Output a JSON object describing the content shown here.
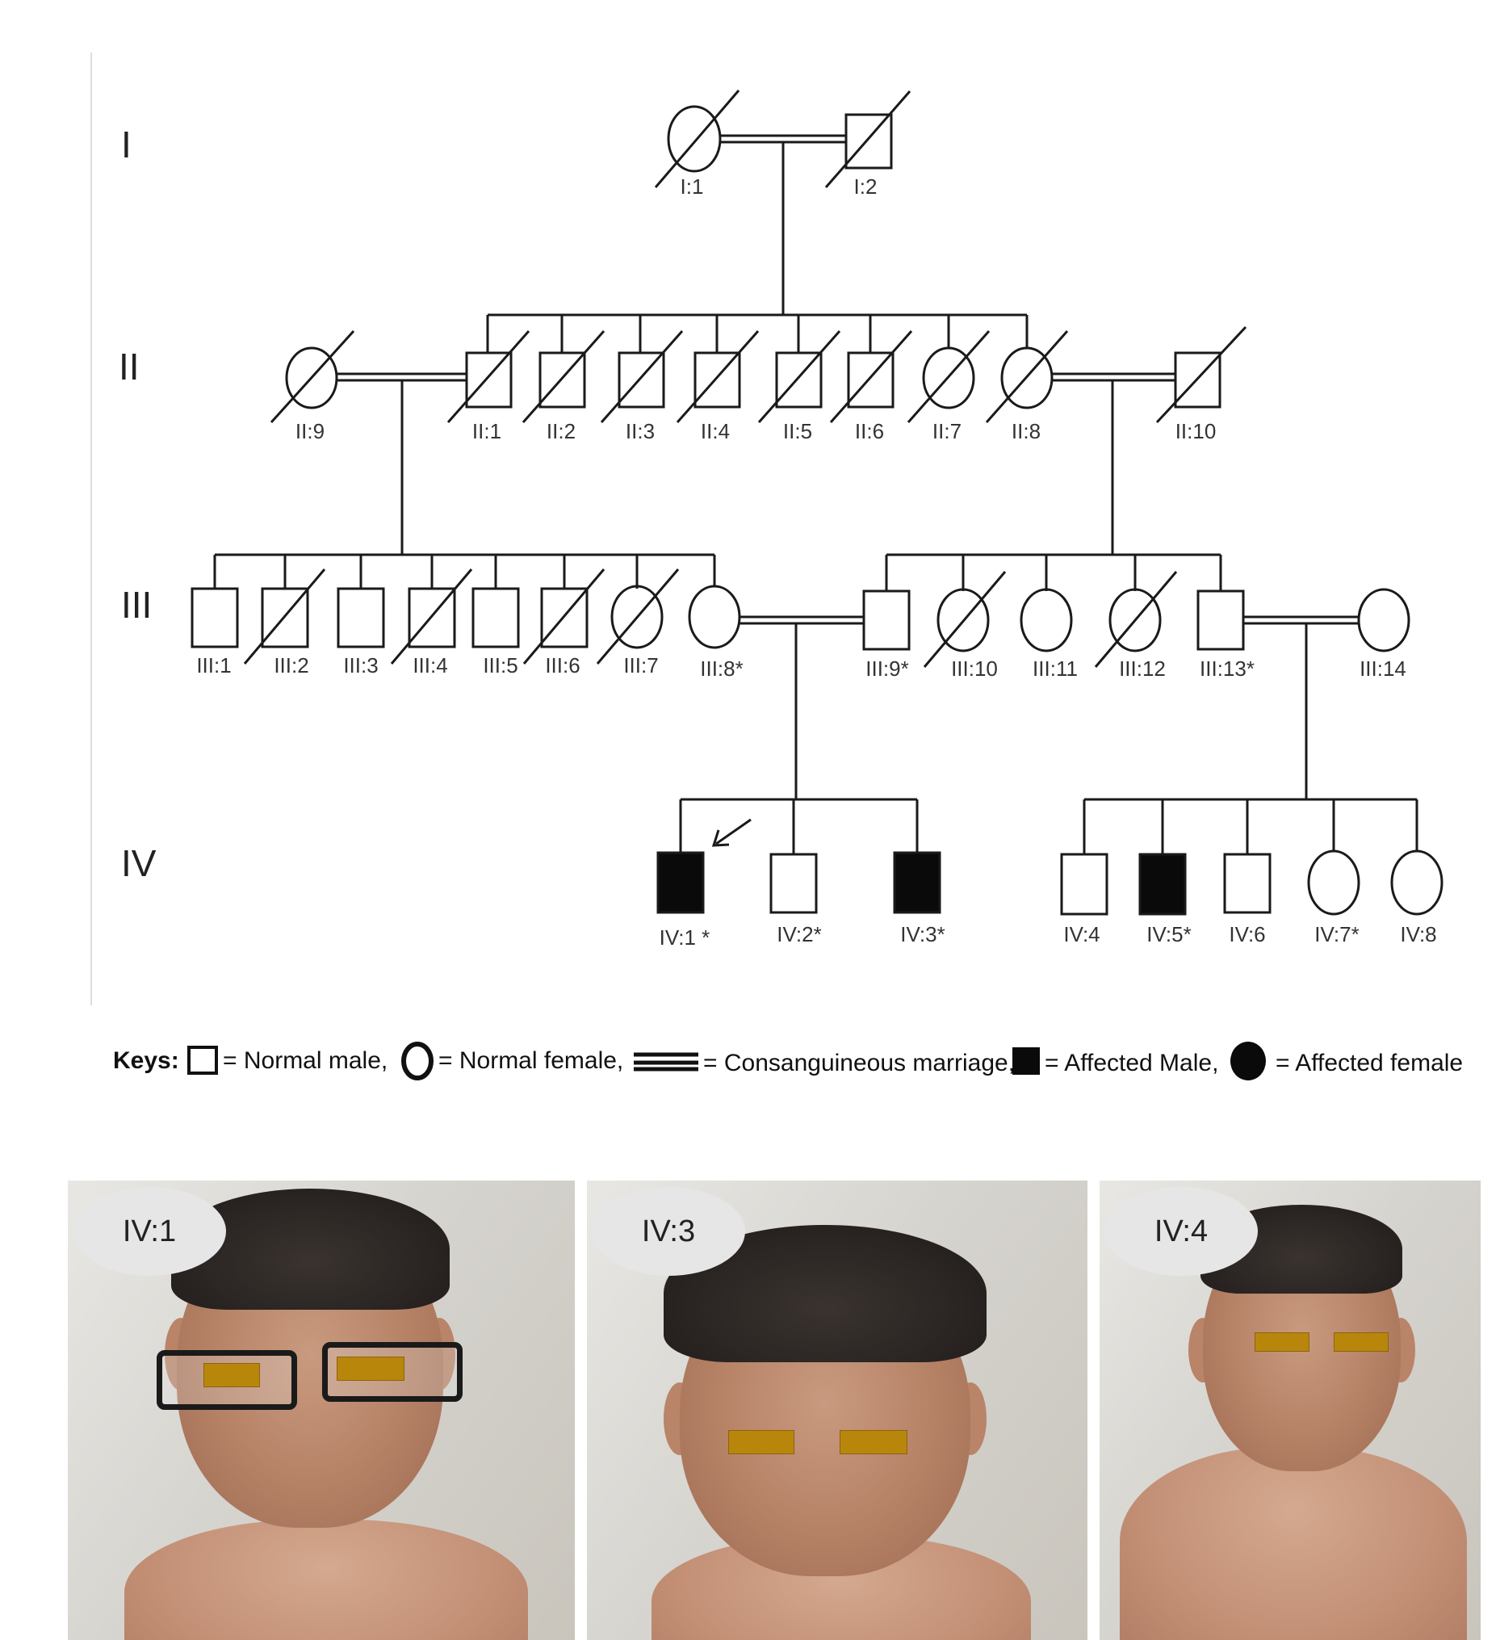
{
  "generations": [
    "I",
    "II",
    "III",
    "IV"
  ],
  "individuals": {
    "I1": "I:1",
    "I2": "I:2",
    "II1": "II:1",
    "II2": "II:2",
    "II3": "II:3",
    "II4": "II:4",
    "II5": "II:5",
    "II6": "II:6",
    "II7": "II:7",
    "II8": "II:8",
    "II9": "II:9",
    "II10": "II:10",
    "III1": "III:1",
    "III2": "III:2",
    "III3": "III:3",
    "III4": "III:4",
    "III5": "III:5",
    "III6": "III:6",
    "III7": "III:7",
    "III8": "III:8*",
    "III9": "III:9*",
    "III10": "III:10",
    "III11": "III:11",
    "III12": "III:12",
    "III13": "III:13*",
    "III14": "III:14",
    "IV1": "IV:1 *",
    "IV2": "IV:2*",
    "IV3": "IV:3*",
    "IV4": "IV:4",
    "IV5": "IV:5*",
    "IV6": "IV:6",
    "IV7": "IV:7*",
    "IV8": "IV:8"
  },
  "keys": {
    "title": "Keys:",
    "normal_male": "= Normal male,",
    "normal_female": "= Normal female,",
    "consanguineous": "= Consanguineous marriage,",
    "affected_male": "= Affected Male,",
    "affected_female": "= Affected female"
  },
  "photos": [
    {
      "label": "IV:1"
    },
    {
      "label": "IV:3"
    },
    {
      "label": "IV:4"
    }
  ],
  "colors": {
    "line": "#1a1a1a",
    "affected": "#0a0a0a",
    "eye_bar": "#b8860b"
  }
}
